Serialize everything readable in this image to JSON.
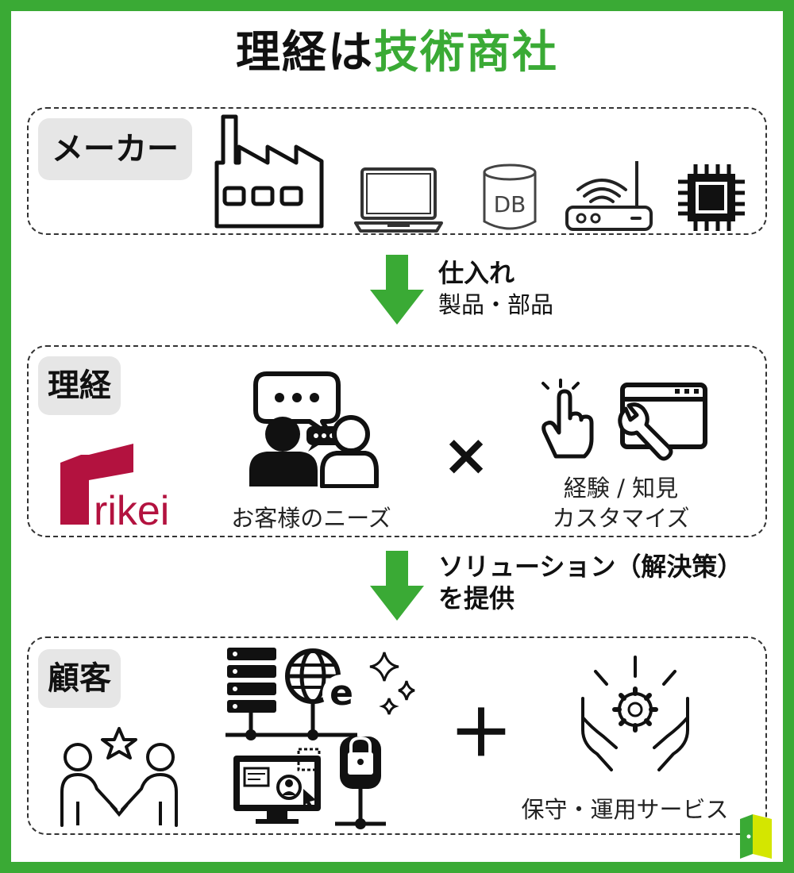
{
  "title": {
    "part1": "理経は",
    "part2": "技術商社"
  },
  "sections": {
    "maker": {
      "label": "メーカー"
    },
    "rikei": {
      "label": "理経",
      "logo_text": "rikei",
      "needs_label": "お客様のニーズ",
      "cross_symbol": "×",
      "expertise_line1": "経験 / 知見",
      "expertise_line2": "カスタマイズ"
    },
    "customer": {
      "label": "顧客",
      "plus_symbol": "＋",
      "service_label": "保守・運用サービス"
    }
  },
  "flows": {
    "procure": {
      "title": "仕入れ",
      "subtitle": "製品・部品"
    },
    "solution": {
      "title": "ソリューション（解決策）",
      "subtitle": "を提供"
    }
  },
  "icons": {
    "maker_row": [
      "factory-icon",
      "laptop-icon",
      "database-icon",
      "router-icon",
      "cpu-chip-icon"
    ],
    "rikei_row": [
      "rikei-logo",
      "conversation-icon",
      "tap-hand-icon",
      "settings-window-icon"
    ],
    "customer_row": [
      "handshake-star-icon",
      "it-infrastructure-icon",
      "maintenance-service-icon",
      "brand-mark-icon"
    ]
  },
  "colors": {
    "accent": "#3aaa35",
    "brand": "#b3123f",
    "text": "#111111"
  }
}
